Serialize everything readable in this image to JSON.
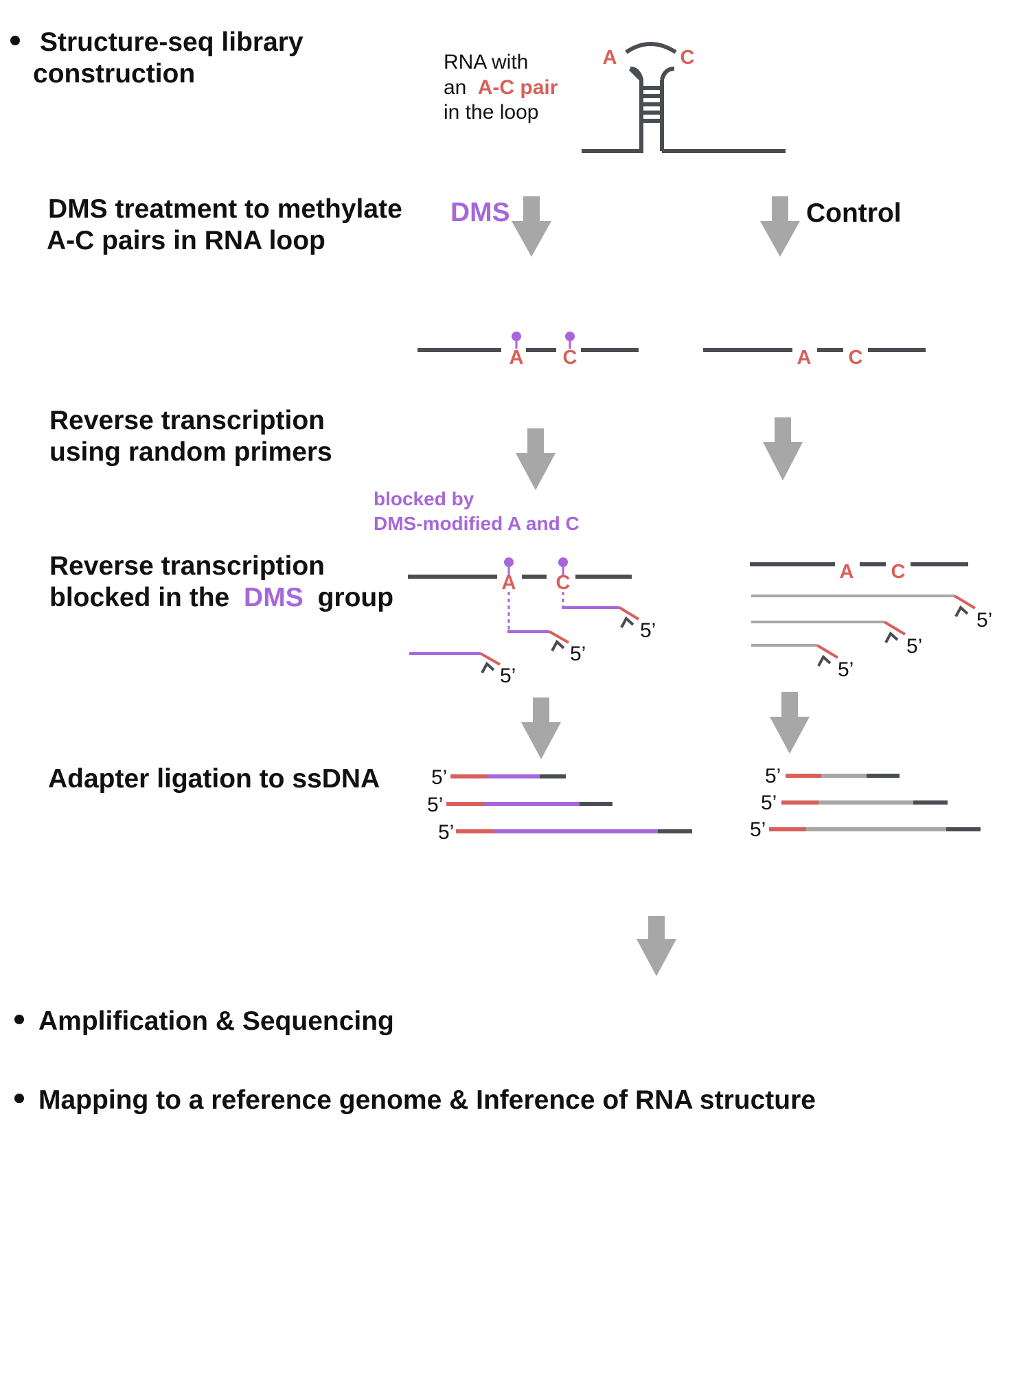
{
  "colors": {
    "rna": "#4a4d52",
    "nucleotide": "#d9605a",
    "dms": "#a667dc",
    "control_strand": "#a7a7a7",
    "arrow": "#a7a7a7",
    "text": "#111111"
  },
  "header": {
    "title_line1": "Structure-seq library",
    "title_line2": "construction"
  },
  "hairpin": {
    "caption_line1": "RNA with",
    "caption_an": "an",
    "caption_highlight": "A-C pair",
    "caption_line3": "in the loop",
    "nucleotide_a": "A",
    "nucleotide_c": "C"
  },
  "steps": {
    "dms_line1": "DMS treatment to methylate",
    "dms_line2": "A-C pairs in RNA loop",
    "rt_line1": "Reverse transcription",
    "rt_line2": "using random primers",
    "block_line1": "Reverse transcription",
    "block_line2_pre": "blocked in the",
    "block_line2_dms": "DMS",
    "block_line2_post": "group",
    "ligation": "Adapter ligation to ssDNA"
  },
  "labels": {
    "dms": "DMS",
    "control": "Control",
    "blocked_line1": "blocked by",
    "blocked_line2": "DMS-modified A and C",
    "five_prime": "5’",
    "nucleotide_a": "A",
    "nucleotide_c": "C"
  },
  "final_steps": {
    "amplification": "Amplification & Sequencing",
    "mapping": "Mapping to a reference genome & Inference of RNA structure"
  }
}
